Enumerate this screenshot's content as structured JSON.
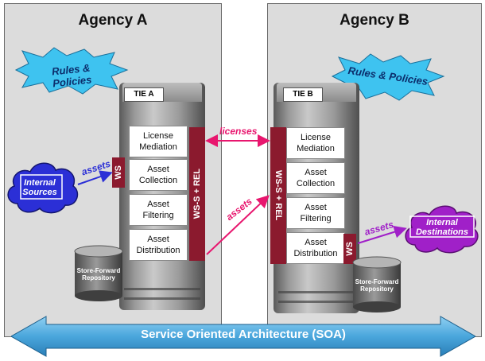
{
  "agency_a": {
    "title": "Agency A",
    "rules": "Rules & Policies",
    "tie": "TIE A",
    "modules": [
      {
        "line1": "License",
        "line2": "Mediation"
      },
      {
        "line1": "Asset",
        "line2": "Collection"
      },
      {
        "line1": "Asset",
        "line2": "Filtering"
      },
      {
        "line1": "Asset",
        "line2": "Distribution"
      }
    ],
    "ws": "WS",
    "wssrel": "WS-S + REL",
    "source_line1": "Internal",
    "source_line2": "Sources",
    "assets_in": "assets",
    "repo_line1": "Store-Forward",
    "repo_line2": "Repository"
  },
  "agency_b": {
    "title": "Agency B",
    "rules": "Rules & Policies",
    "tie": "TIE B",
    "modules": [
      {
        "line1": "License",
        "line2": "Mediation"
      },
      {
        "line1": "Asset",
        "line2": "Collection"
      },
      {
        "line1": "Asset",
        "line2": "Filtering"
      },
      {
        "line1": "Asset",
        "line2": "Distribution"
      }
    ],
    "ws": "WS",
    "wssrel": "WS-S + REL",
    "dest_line1": "Internal",
    "dest_line2": "Destinations",
    "assets_out": "assets",
    "repo_line1": "Store-Forward",
    "repo_line2": "Repository"
  },
  "links": {
    "licenses": "licenses",
    "assets": "assets"
  },
  "soa": "Service Oriented Architecture (SOA)",
  "colors": {
    "ws_bar": "#8b1a2e",
    "source_cloud": "#2b2fd6",
    "dest_cloud": "#a020c8",
    "rules_star": "#3ec3f0",
    "link_pink": "#e8166e",
    "soa_arrow": "#4aa6dc"
  }
}
